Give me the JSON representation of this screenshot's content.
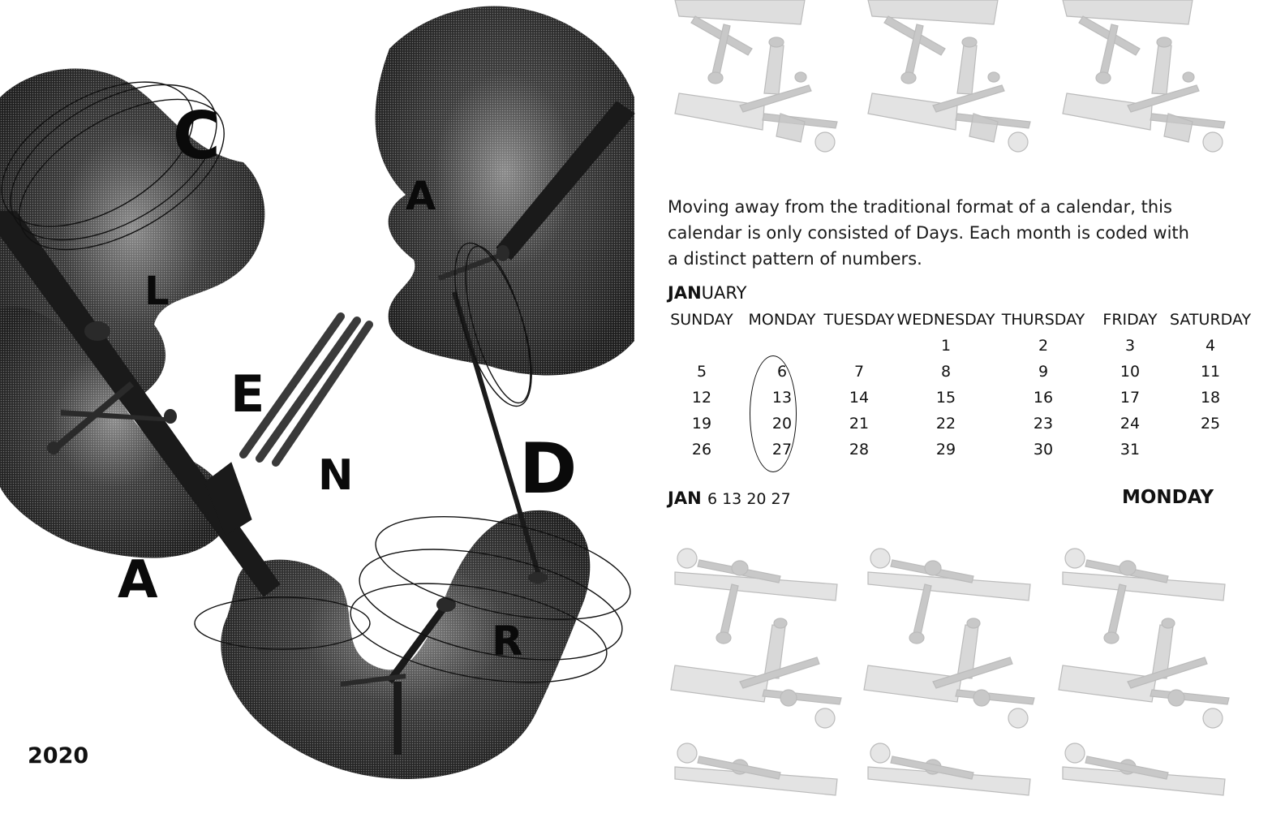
{
  "artwork": {
    "letters": [
      "C",
      "L",
      "E",
      "N",
      "A",
      "A",
      "D",
      "R"
    ],
    "year": "2020"
  },
  "description": "Moving away from the traditional format of a calendar, this calendar is only consisted of Days. Each month is coded with a distinct pattern of numbers.",
  "month": {
    "abbr": "JAN",
    "rest": "UARY"
  },
  "calendar": {
    "days": [
      "SUNDAY",
      "MONDAY",
      "TUESDAY",
      "WEDNESDAY",
      "THURSDAY",
      "FRIDAY",
      "SATURDAY"
    ],
    "weeks": [
      [
        "",
        "",
        "",
        "1",
        "2",
        "3",
        "4"
      ],
      [
        "5",
        "6",
        "7",
        "8",
        "9",
        "10",
        "11"
      ],
      [
        "12",
        "13",
        "14",
        "15",
        "16",
        "17",
        "18"
      ],
      [
        "19",
        "20",
        "21",
        "22",
        "23",
        "24",
        "25"
      ],
      [
        "26",
        "27",
        "28",
        "29",
        "30",
        "31",
        ""
      ]
    ],
    "highlighted_day": "MONDAY"
  },
  "summary": {
    "month": "JAN",
    "dates": "6 13 20 27",
    "weekday": "MONDAY"
  },
  "colors": {
    "ink": "#111111",
    "pattern": "#c8c8c8",
    "smoke": "#3a3a3a"
  }
}
